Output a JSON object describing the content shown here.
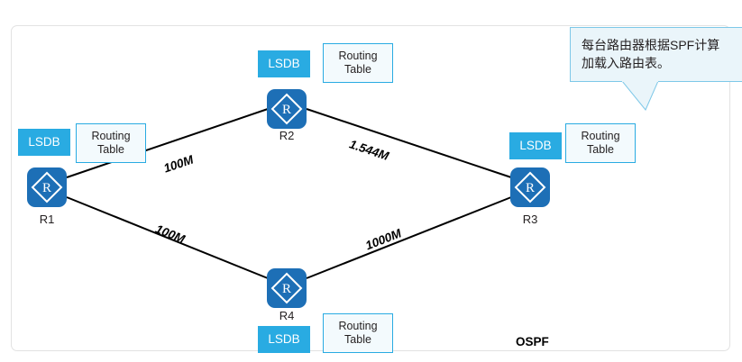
{
  "diagram": {
    "protocol_label": "OSPF",
    "callout": {
      "line1": "每台路由器根据SPF计算",
      "line2": "加载入路由表。"
    },
    "nodes": [
      {
        "id": "r1",
        "label": "R1",
        "lsdb": "LSDB",
        "routing_table_line1": "Routing",
        "routing_table_line2": "Table"
      },
      {
        "id": "r2",
        "label": "R2",
        "lsdb": "LSDB",
        "routing_table_line1": "Routing",
        "routing_table_line2": "Table"
      },
      {
        "id": "r3",
        "label": "R3",
        "lsdb": "LSDB",
        "routing_table_line1": "Routing",
        "routing_table_line2": "Table"
      },
      {
        "id": "r4",
        "label": "R4",
        "lsdb": "LSDB",
        "routing_table_line1": "Routing",
        "routing_table_line2": "Table"
      }
    ],
    "links": [
      {
        "from": "R1",
        "to": "R2",
        "speed": "100M"
      },
      {
        "from": "R2",
        "to": "R3",
        "speed": "1.544M"
      },
      {
        "from": "R1",
        "to": "R4",
        "speed": "100M"
      },
      {
        "from": "R4",
        "to": "R3",
        "speed": "1000M"
      }
    ],
    "icons": {
      "router": "router-icon"
    },
    "colors": {
      "router_fill": "#1d6fb6",
      "lsdb_fill": "#29abe2",
      "table_border": "#29abe2",
      "table_fill": "#f3fafd",
      "callout_fill": "#eaf5fa",
      "callout_border": "#7ec8e8",
      "link_stroke": "#000000",
      "panel_border": "#e2e2e2"
    }
  }
}
